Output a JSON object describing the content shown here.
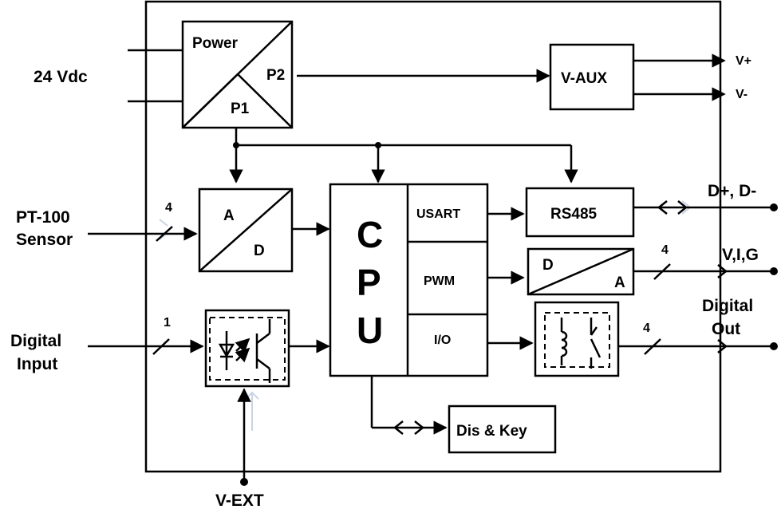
{
  "inputs": {
    "supply": "24 Vdc",
    "sensor": "PT-100\nSensor",
    "digital_in": "Digital\nInput",
    "vext": "V-EXT"
  },
  "outputs": {
    "vplus": "V+",
    "vminus": "V-",
    "rs485_lines": "D+, D-",
    "analog": "V,I,G",
    "digital_out": "Digital\nOut"
  },
  "blocks": {
    "power": "Power",
    "p1": "P1",
    "p2": "P2",
    "vaux": "V-AUX",
    "adc_a": "A",
    "adc_d": "D",
    "cpu": [
      "C",
      "P",
      "U"
    ],
    "usart": "USART",
    "pwm": "PWM",
    "io": "I/O",
    "rs485": "RS485",
    "dac_d": "D",
    "dac_a": "A",
    "dis_key": "Dis & Key"
  },
  "bus_widths": {
    "sensor": "4",
    "digital_in": "1",
    "analog_out": "4",
    "digital_out": "4"
  }
}
